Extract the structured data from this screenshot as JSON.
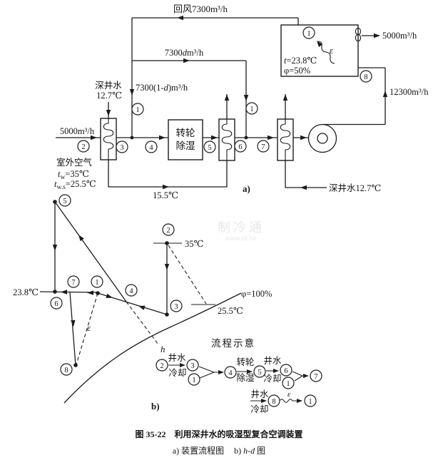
{
  "nodes": {
    "n1": "1",
    "n2": "2",
    "n3": "3",
    "n4": "4",
    "n5": "5",
    "n6": "6",
    "n7": "7",
    "n8": "8"
  },
  "flow_diagram": {
    "return_air_label": "回风7300m³/h",
    "branch_d_prefix": "7300",
    "branch_d_italic": "d",
    "branch_d_suffix": "m³/h",
    "branch_1d_prefix": "7300(1-",
    "branch_1d_italic": "d",
    "branch_1d_suffix": ")m³/h",
    "well_water_line1": "深井水",
    "well_water_line2": "12.7℃",
    "outdoor_flow": "5000m³/h",
    "outdoor_air": "室外空气",
    "tw_sym": "t",
    "tw_sub": "w",
    "tw_val": "=35℃",
    "tws_sym": "t",
    "tws_sub": "w.s",
    "tws_val": "=25.5℃",
    "after_coil_temp": "15.5℃",
    "wheel_line1": "转轮",
    "wheel_line2": "除湿",
    "well_water_right": "深井水12.7℃",
    "supply_flow": "12300m³/h",
    "exhaust_flow": "5000m³/h",
    "room_t_sym": "t",
    "room_t_val": "=23.8℃",
    "room_rh": "φ=50%",
    "epsilon": "ε",
    "label_a": "a)"
  },
  "chart": {
    "t_room": "23.8℃",
    "t_outdoor": "35℃",
    "t_wb": "25.5℃",
    "rh_sat": "φ=100%",
    "epsilon": "ε",
    "h_axis": "h",
    "label_b": "b)"
  },
  "schematic": {
    "title": "流程示意",
    "well_cool_line1": "井水",
    "well_cool_line2": "冷却",
    "wheel_line1": "转轮",
    "wheel_line2": "除湿",
    "epsilon": "ε"
  },
  "watermark": {
    "line1": "制冷通",
    "line2": "www.zlt.ne"
  },
  "caption": {
    "fig_no": "图 35-22",
    "title": "利用深井水的吸湿型复合空调装置",
    "sub_a": "a) 装置流程图",
    "sub_b_prefix": "b) ",
    "sub_b_italic": "h-d",
    "sub_b_suffix": " 图"
  }
}
